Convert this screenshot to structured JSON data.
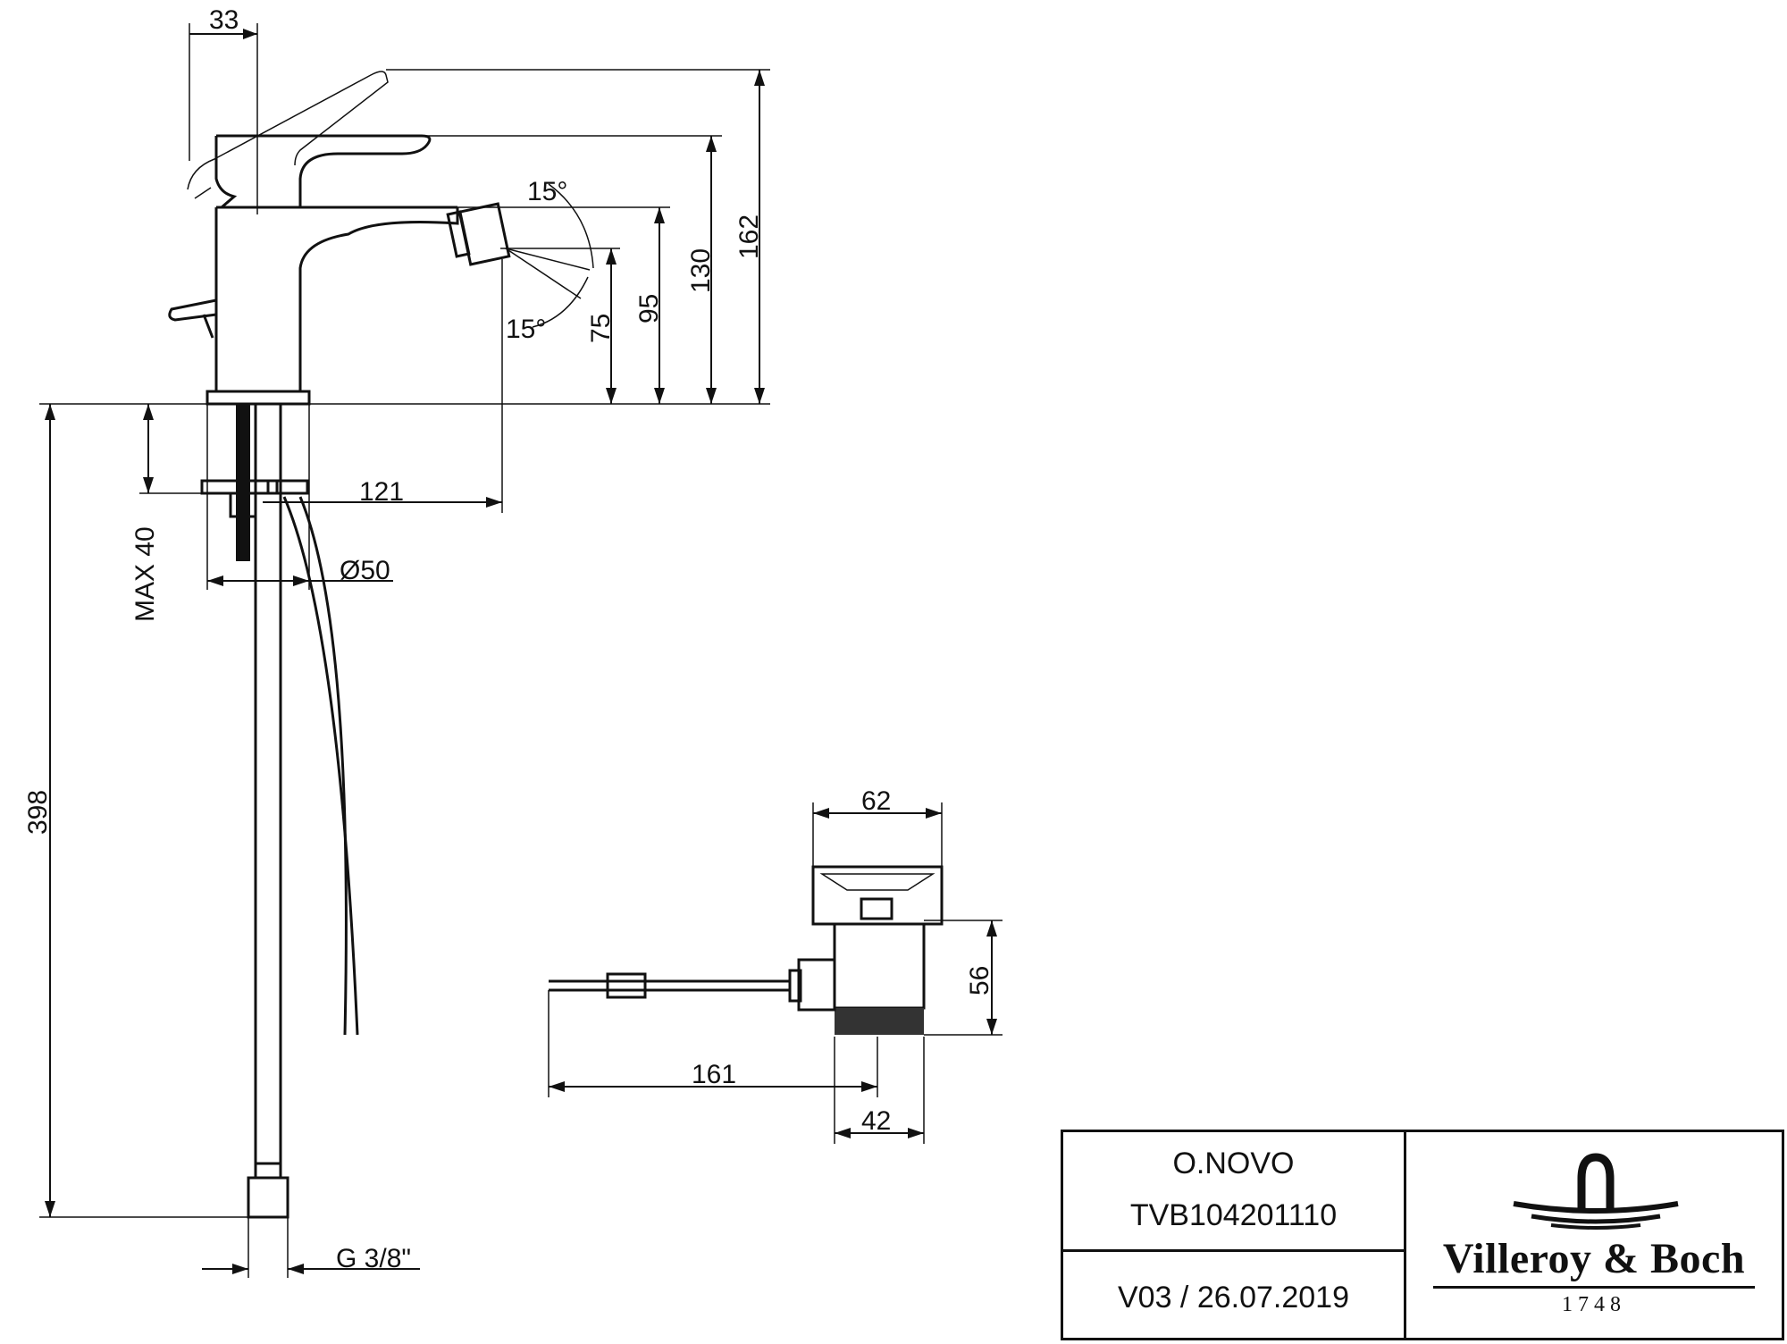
{
  "dimensions": {
    "d33": "33",
    "d162": "162",
    "d130": "130",
    "d95": "95",
    "d75": "75",
    "angle_top": "15°",
    "angle_bottom": "15°",
    "d121": "121",
    "d50": "Ø50",
    "max40": "MAX 40",
    "d398": "398",
    "thread": "G 3/8\"",
    "d62": "62",
    "d56": "56",
    "d161": "161",
    "d42": "42"
  },
  "title_block": {
    "product_name": "O.NOVO",
    "article_number": "TVB104201110",
    "version_date": "V03 / 26.07.2019",
    "brand": "Villeroy & Boch",
    "brand_year": "1748"
  },
  "colors": {
    "line": "#111111",
    "background": "#ffffff"
  }
}
